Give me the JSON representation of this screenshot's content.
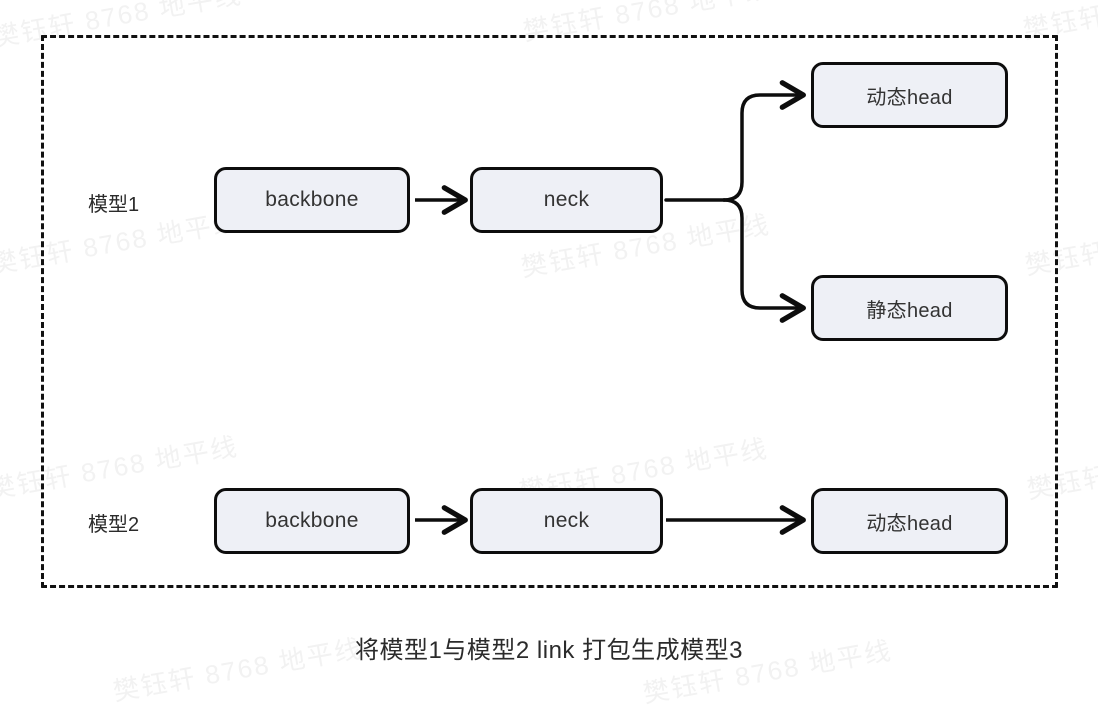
{
  "diagram": {
    "container": {
      "style": "dashed",
      "name": "model-group-boundary"
    },
    "rows": [
      {
        "label": "模型1",
        "nodes": [
          {
            "id": "m1-backbone",
            "text": "backbone"
          },
          {
            "id": "m1-neck",
            "text": "neck"
          },
          {
            "id": "m1-dynamic-head",
            "text": "动态head"
          },
          {
            "id": "m1-static-head",
            "text": "静态head"
          }
        ]
      },
      {
        "label": "模型2",
        "nodes": [
          {
            "id": "m2-backbone",
            "text": "backbone"
          },
          {
            "id": "m2-neck",
            "text": "neck"
          },
          {
            "id": "m2-dynamic-head",
            "text": "动态head"
          }
        ]
      }
    ],
    "caption": "将模型1与模型2 link 打包生成模型3",
    "colors": {
      "node_fill": "#eef0f6",
      "node_border": "#0d0d0d",
      "connector": "#0d0d0d",
      "text": "#333333",
      "background": "#ffffff",
      "watermark": "#f2f2f2"
    },
    "watermark_text": "樊钰轩 8768 地平线"
  }
}
